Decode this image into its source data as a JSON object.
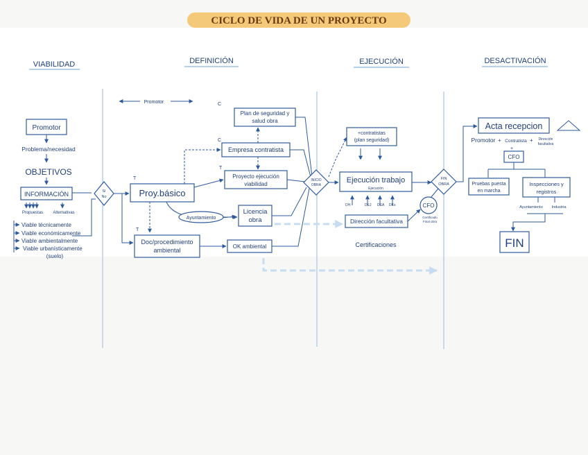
{
  "title": "CICLO DE VIDA DE UN PROYECTO",
  "phases": {
    "viabilidad": "VIABILIDAD",
    "definicion": "DEFINICIÓN",
    "ejecucion": "EJECUCIÓN",
    "desactivacion": "DESACTIVACIÓN"
  },
  "viabilidad": {
    "promotor": "Promotor",
    "problema": "Problema/necesidad",
    "objetivos": "OBJETIVOS",
    "informacion": "INFORMACIÓN",
    "propuestas": "Propuestas",
    "alternativas": "Alternativas",
    "bullets": [
      "Viable técnicamente",
      "Viable económicamente",
      "Viable ambientalmente",
      "Viable urbanísticamente",
      "(suelo)"
    ],
    "decision": [
      "Sí",
      "No"
    ]
  },
  "definicion": {
    "promotor_arrow": "Promotor",
    "proy_basico": "Proy.básico",
    "plan_seguridad": [
      "Plan de seguridad y",
      "salud obra"
    ],
    "empresa_contratista": "Empresa contratista",
    "proyecto_ejecucion": [
      "Proyecto ejecución",
      "viabilidad"
    ],
    "licencia_obra": [
      "Licencia",
      "obra"
    ],
    "ayuntamiento": "Ayuntamiento",
    "doc_ambiental": [
      "Doc/procedimiento",
      "ambiental"
    ],
    "ok_ambiental": "OK ambiental",
    "marker_c1": "C",
    "marker_c2": "C",
    "marker_t1": "T",
    "marker_t2": "T",
    "marker_t3": "T"
  },
  "ejecucion": {
    "inicio_obra": [
      "INICIO",
      "OBRA"
    ],
    "contratistas": [
      "+contratistas",
      "(plan seguridad)"
    ],
    "ejecucion_trabajo": "Ejecución trabajo",
    "ejecucion_sub": "Ejecución",
    "small_labels": [
      "DH",
      "DEJ",
      "DEA",
      "DEs"
    ],
    "direccion_facultativa": "Dirección facultativa",
    "certificaciones": "Certificaciones",
    "cfo": "CFO",
    "cfo_sub": [
      "Certificado",
      "Final obra"
    ],
    "fin_obra": [
      "FIN",
      "OBRA"
    ]
  },
  "desactivacion": {
    "acta_recepcion": "Acta recepcion",
    "promotor": "Promotor",
    "contratista": "Contratista",
    "direccion": [
      "Dirección",
      "facultativa"
    ],
    "cfo": "CFO",
    "pruebas": [
      "Pruebas puesta",
      "en marcha"
    ],
    "inspecciones": [
      "Inspecciones y",
      "registros"
    ],
    "ayuntamiento": "Ayuntamiento",
    "industria": "Industria",
    "fin": "FIN"
  },
  "colors": {
    "title_bg": "#f5c97a",
    "title_text": "#6b3a10",
    "line": "#2e5a9c",
    "phase_divider": "#b7d0ea"
  }
}
